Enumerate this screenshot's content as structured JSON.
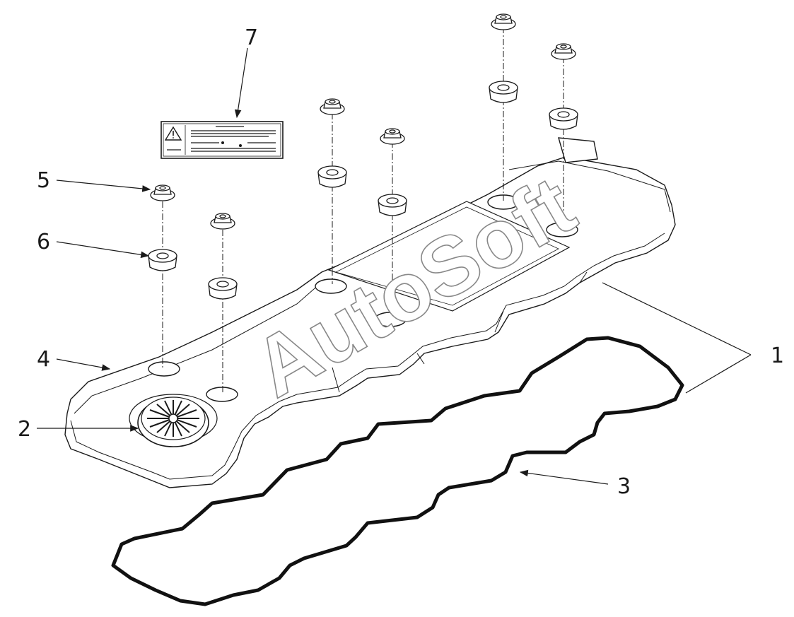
{
  "callouts": [
    {
      "id": "1",
      "text": "1"
    },
    {
      "id": "2",
      "text": "2"
    },
    {
      "id": "3",
      "text": "3"
    },
    {
      "id": "4",
      "text": "4"
    },
    {
      "id": "5",
      "text": "5"
    },
    {
      "id": "6",
      "text": "6"
    },
    {
      "id": "7",
      "text": "7"
    }
  ],
  "watermark": "AutoSoft",
  "colors": {
    "line": "#1a1a1a",
    "gasket": "#111111",
    "watermark_outline": "#888888"
  }
}
